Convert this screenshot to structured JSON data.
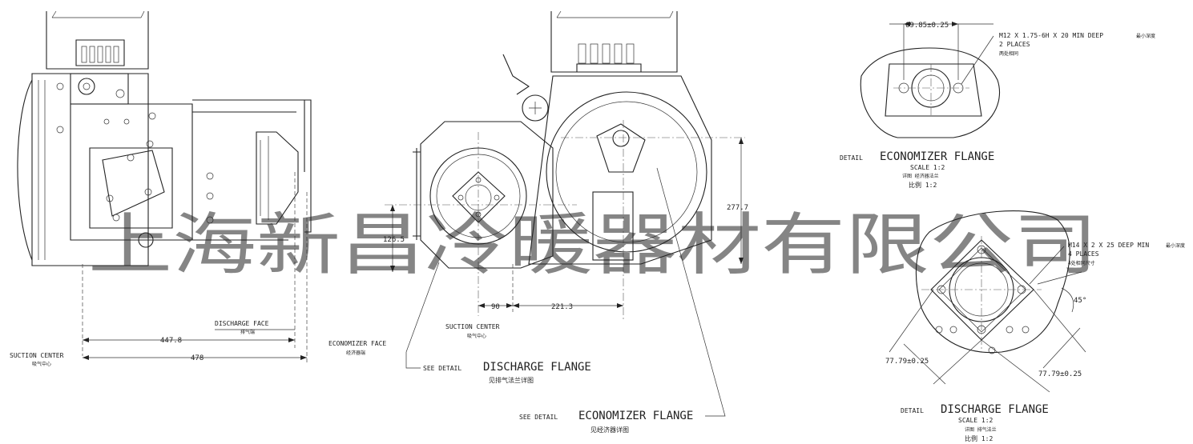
{
  "watermark": "上海新昌冷暖器材有限公司",
  "side_view": {
    "dim_447": "447.8",
    "dim_478": "478",
    "suction_center": "SUCTION CENTER",
    "suction_center_cn": "吸气中心",
    "discharge_face": "DISCHARGE FACE",
    "discharge_face_cn": "排气端"
  },
  "front_view": {
    "dim_126": "126.5",
    "dim_277": "277.7",
    "dim_90": "90",
    "dim_221": "221.3",
    "suction_center": "SUCTION CENTER",
    "suction_center_cn": "吸气中心",
    "economizer_face": "ECONOMIZER FACE",
    "economizer_face_cn": "经济器端",
    "see_detail_discharge_small": "SEE DETAIL",
    "see_detail_discharge_big": "DISCHARGE FLANGE",
    "see_detail_discharge_cn": "见排气法兰详图",
    "see_detail_econ_small": "SEE DETAIL",
    "see_detail_econ_big": "ECONOMIZER FLANGE",
    "see_detail_econ_cn": "见经济器详图"
  },
  "detail_economizer": {
    "dim_top": "69.85±0.25",
    "thread_note": "M12 X 1.75-6H X 20 MIN DEEP",
    "thread_note_cn": "最小深度",
    "places": "2 PLACES",
    "places_cn": "两处相同",
    "title_small": "DETAIL",
    "title_big": "ECONOMIZER FLANGE",
    "scale": "SCALE  1:2",
    "title_cn": "详图   经济器法兰",
    "scale_cn": "比例  1:2"
  },
  "detail_discharge": {
    "thread_note": "M14 X 2 X 25 DEEP MIN",
    "thread_note_cn": "最小深度",
    "places": "4 PLACES",
    "places_cn": "4处相同尺寸",
    "angle": "45°",
    "dim_left": "77.79±0.25",
    "dim_right": "77.79±0.25",
    "title_small": "DETAIL",
    "title_big": "DISCHARGE FLANGE",
    "scale": "SCALE  1:2",
    "title_cn": "详图   排气法兰",
    "scale_cn": "比例  1:2"
  }
}
